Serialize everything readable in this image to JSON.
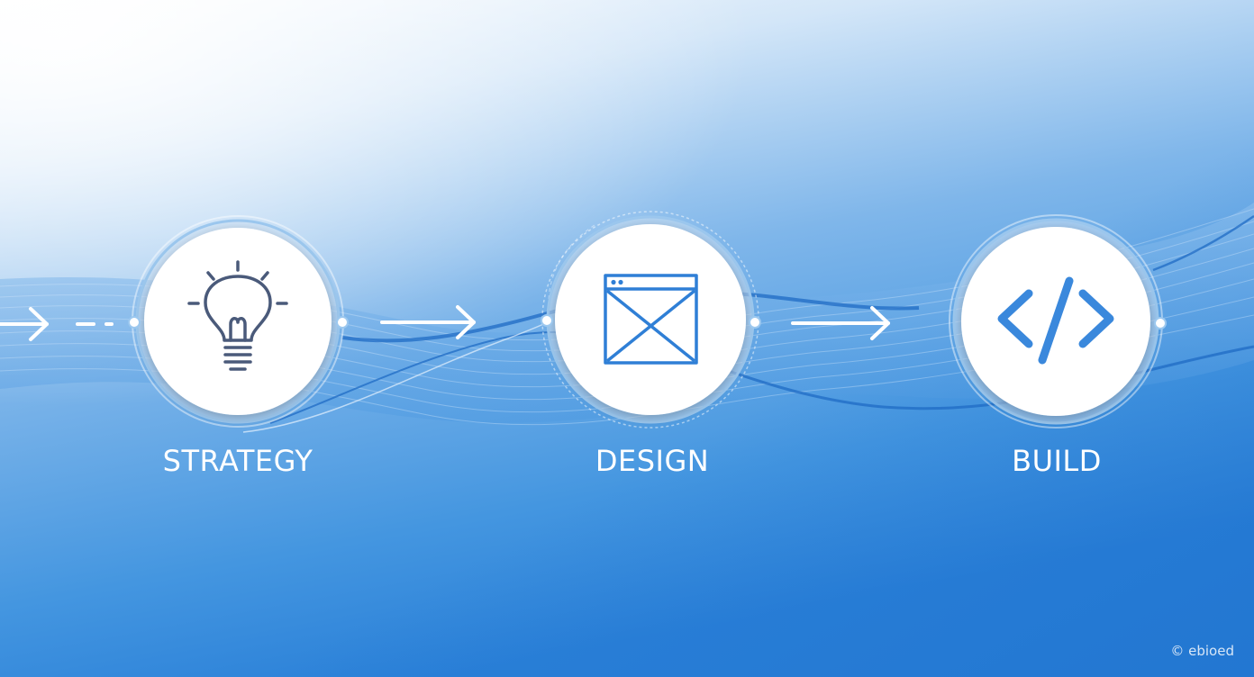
{
  "diagram": {
    "steps": [
      {
        "label": "STRATEGY",
        "icon": "lightbulb-icon"
      },
      {
        "label": "DESIGN",
        "icon": "wireframe-window-icon"
      },
      {
        "label": "BUILD",
        "icon": "code-brackets-icon"
      }
    ]
  },
  "watermark": {
    "text": "© ebioed"
  },
  "colors": {
    "background_top": "#ffffff",
    "background_bottom": "#1f78d4",
    "icon_bulb": "#4a5a7a",
    "icon_blue": "#2f7fd6",
    "label": "#ffffff",
    "wave_dark": "#1f6bc4"
  }
}
